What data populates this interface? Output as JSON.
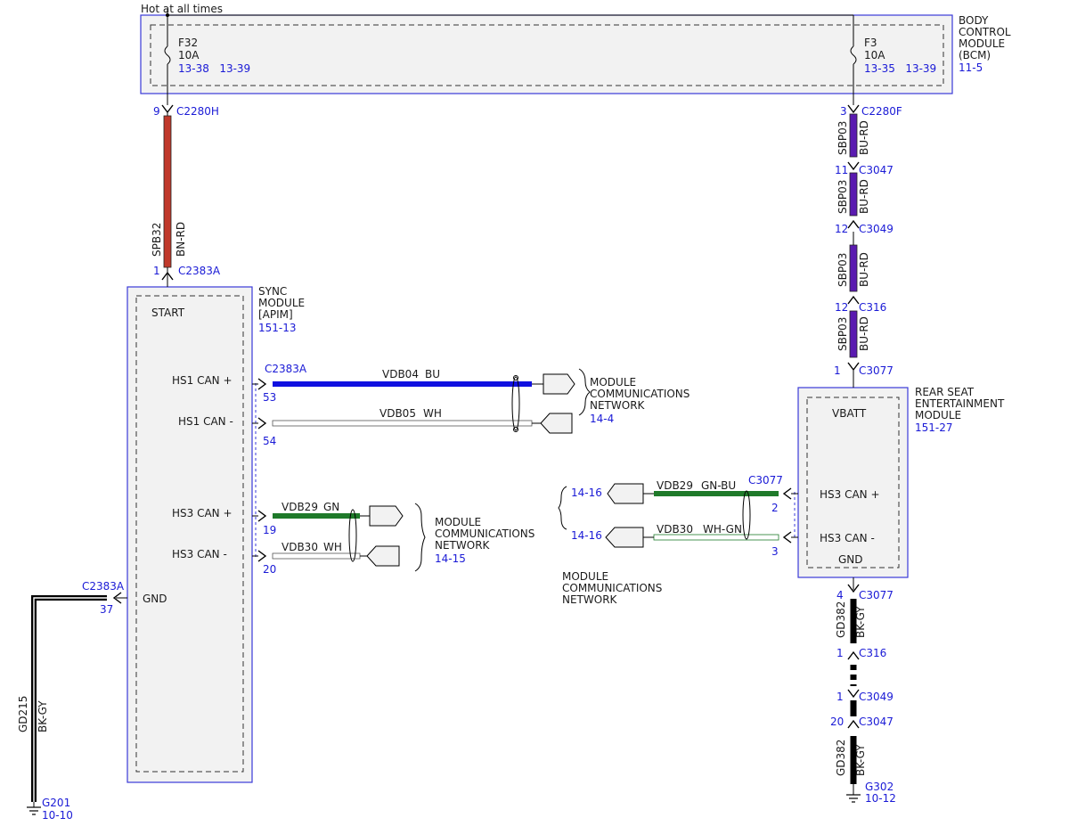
{
  "header_text": "Hot at all times",
  "bcm": {
    "name_lines": [
      "BODY",
      "CONTROL",
      "MODULE",
      "(BCM)"
    ],
    "ref": "11-5",
    "fuse_left": {
      "name": "F32",
      "rating": "10A",
      "refs": "13-38   13-39"
    },
    "fuse_right": {
      "name": "F3",
      "rating": "10A",
      "refs": "13-35   13-39"
    }
  },
  "sync": {
    "name_lines": [
      "SYNC",
      "MODULE",
      "[APIM]"
    ],
    "ref": "151-13",
    "pins": {
      "start": "START",
      "hs1p": "HS1 CAN +",
      "hs1n": "HS1 CAN -",
      "hs3p": "HS3 CAN +",
      "hs3n": "HS3 CAN -",
      "gnd": "GND"
    }
  },
  "rse": {
    "name_lines": [
      "REAR SEAT",
      "ENTERTAINMENT",
      "MODULE"
    ],
    "ref": "151-27",
    "pins": {
      "vbatt": "VBATT",
      "hs3p": "HS3 CAN +",
      "hs3n": "HS3 CAN -",
      "gnd": "GND"
    }
  },
  "left_feed": {
    "top_pin": "9",
    "top_conn": "C2280H",
    "circuit": "SPB32",
    "color": "BN-RD",
    "bottom_pin": "1",
    "bottom_conn": "C2383A"
  },
  "right_feed": [
    {
      "pin": "3",
      "conn": "C2280F"
    },
    {
      "pin": "11",
      "conn": "C3047"
    },
    {
      "pin": "12",
      "conn": "C3049"
    },
    {
      "pin": "12",
      "conn": "C316"
    },
    {
      "pin": "1",
      "conn": "C3077"
    }
  ],
  "right_feed_wire": {
    "circuit": "SBP03",
    "color": "BU-RD"
  },
  "can_hs1": {
    "conn": "C2383A",
    "p_pin": "53",
    "n_pin": "54",
    "p_circuit": "VDB04",
    "p_color": "BU",
    "n_circuit": "VDB05",
    "n_color": "WH",
    "network_lines": [
      "MODULE",
      "COMMUNICATIONS",
      "NETWORK"
    ],
    "network_ref": "14-4"
  },
  "can_hs3_left": {
    "p_pin": "19",
    "n_pin": "20",
    "p_circuit": "VDB29",
    "p_color": "GN",
    "n_circuit": "VDB30",
    "n_color": "WH",
    "network_lines": [
      "MODULE",
      "COMMUNICATIONS",
      "NETWORK"
    ],
    "network_ref": "14-15"
  },
  "can_hs3_right": {
    "conn": "C3077",
    "p_pin": "2",
    "n_pin": "3",
    "p_circuit": "VDB29",
    "p_color": "GN-BU",
    "n_circuit": "VDB30",
    "n_color": "WH-GN",
    "ref_top": "14-16",
    "ref_bottom": "14-16",
    "network_lines": [
      "MODULE",
      "COMMUNICATIONS",
      "NETWORK"
    ]
  },
  "left_ground": {
    "conn": "C2383A",
    "pin": "37",
    "circuit": "GD215",
    "color": "BK-GY",
    "ground": "G201",
    "ground_ref": "10-10"
  },
  "right_ground": {
    "c3077_pin": "4",
    "c3077": "C3077",
    "c316_pin": "1",
    "c316": "C316",
    "c3049_pin": "1",
    "c3049": "C3049",
    "c3047_pin": "20",
    "c3047": "C3047",
    "circuit": "GD382",
    "color": "BK-GY",
    "ground": "G302",
    "ground_ref": "10-12"
  },
  "colors": {
    "label_blue": "#1a1ad6",
    "module_border": "#3a3ad8",
    "brown_red": "#c0392b",
    "blue_red": "#5a1ab0",
    "blue": "#1010e0",
    "green": "#1f7a2a"
  }
}
